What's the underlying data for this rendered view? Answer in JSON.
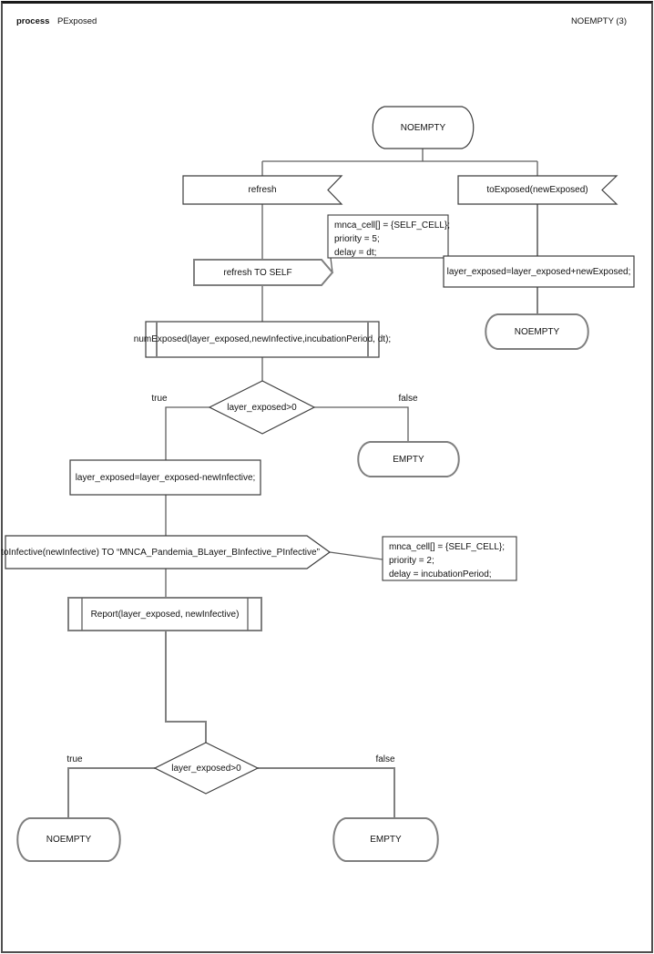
{
  "header": {
    "kind_label": "process",
    "process_name": "PExposed",
    "state_title": "NOEMPTY (3)"
  },
  "diagram": {
    "start_state": "NOEMPTY",
    "refresh_in": "refresh",
    "toexposed_in": "toExposed(newExposed)",
    "refresh_to_self": "refresh TO SELF",
    "note_refresh": {
      "l1": "mnca_cell[] = {SELF_CELL};",
      "l2": "priority = 5;",
      "l3": "delay = dt;"
    },
    "add_exposed": "layer_exposed=layer_exposed+newExposed;",
    "noempty_right": "NOEMPTY",
    "num_exposed": "numExposed(layer_exposed,newInfective,incubationPeriod, dt);",
    "decision1": "layer_exposed>0",
    "true1": "true",
    "false1": "false",
    "empty_mid": "EMPTY",
    "sub_infective": "layer_exposed=layer_exposed-newInfective;",
    "to_infective": "toInfective(newInfective) TO “MNCA_Pandemia_BLayer_BInfective_PInfective”",
    "note_infective": {
      "l1": "mnca_cell[] = {SELF_CELL};",
      "l2": "priority = 2;",
      "l3": "delay = incubationPeriod;"
    },
    "report": "Report(layer_exposed, newInfective)",
    "decision2": "layer_exposed>0",
    "true2": "true",
    "false2": "false",
    "noempty_bottom": "NOEMPTY",
    "empty_bottom": "EMPTY"
  }
}
